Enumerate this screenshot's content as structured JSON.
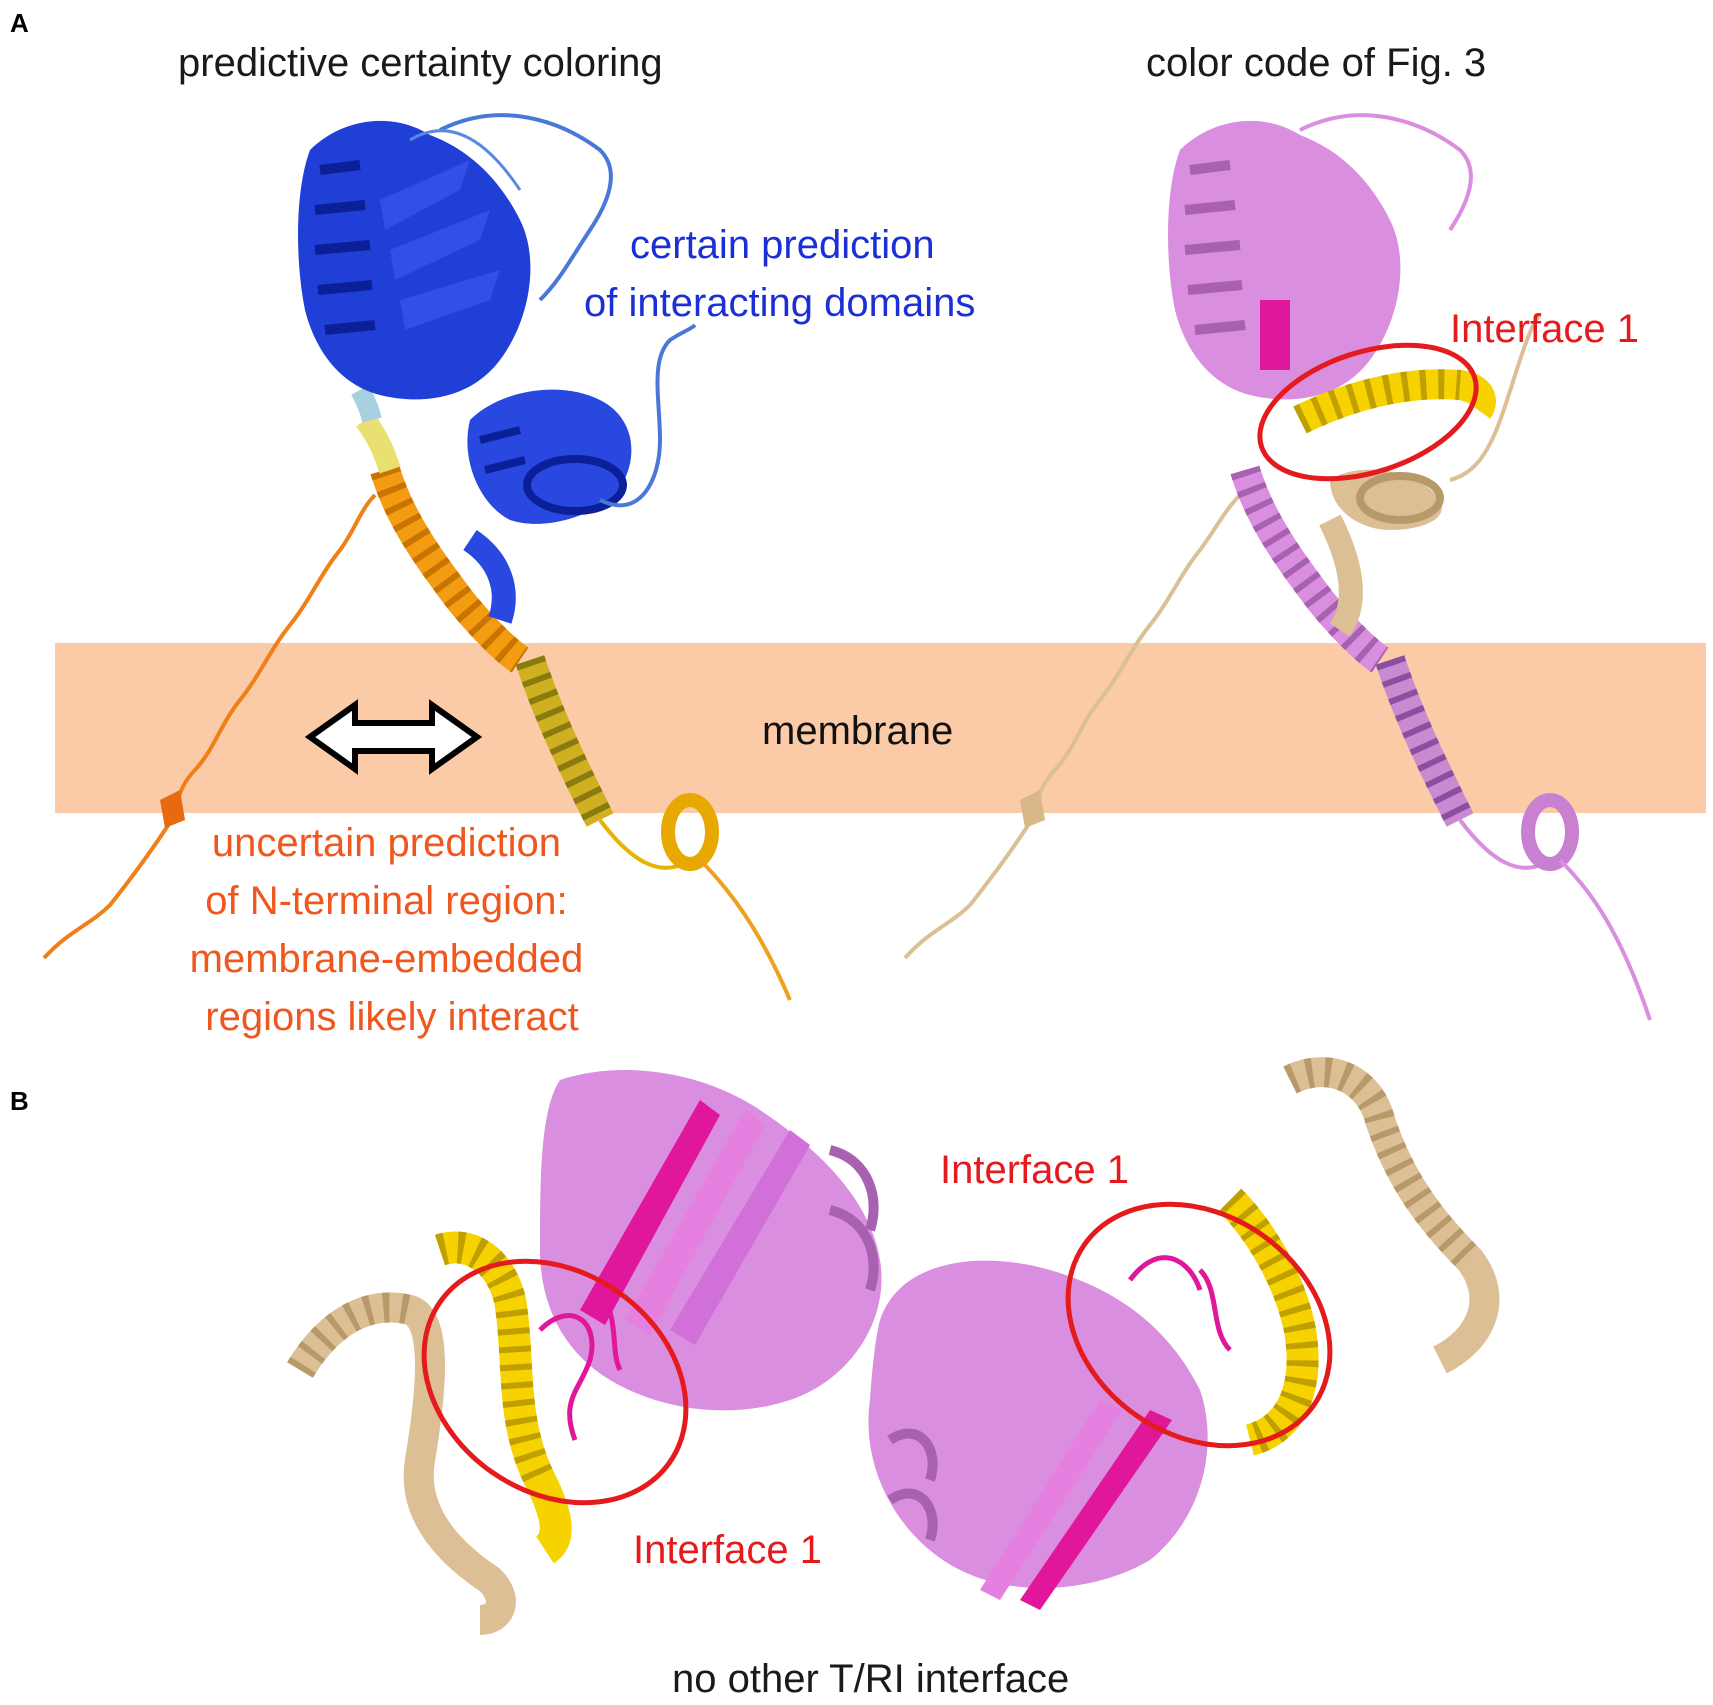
{
  "panels": {
    "a": {
      "letter": "A",
      "left_title": "predictive certainty coloring",
      "right_title": "color code of Fig. 3",
      "certain_label": [
        "certain prediction",
        "of interacting domains"
      ],
      "uncertain_label": [
        "uncertain prediction",
        "of N-terminal region:",
        "membrane-embedded",
        "regions likely interact"
      ],
      "membrane_label": "membrane",
      "interface_label": "Interface 1"
    },
    "b": {
      "letter": "B",
      "interface_label_left": "Interface 1",
      "interface_label_right": "Interface 1",
      "caption": "no other T/RI interface"
    }
  },
  "colors": {
    "certain_blue": "#1f3fd6",
    "light_blue": "#4a78d8",
    "uncertain_orange": "#f26522",
    "orange_helix": "#f39c12",
    "yellow": "#f5d200",
    "violet": "#d98ee0",
    "magenta": "#e0179b",
    "tan": "#dcbf94",
    "membrane": "#fbcaa6",
    "interface_red": "#e41a1c"
  },
  "icons": {
    "double_arrow": "double-headed-arrow-icon"
  }
}
